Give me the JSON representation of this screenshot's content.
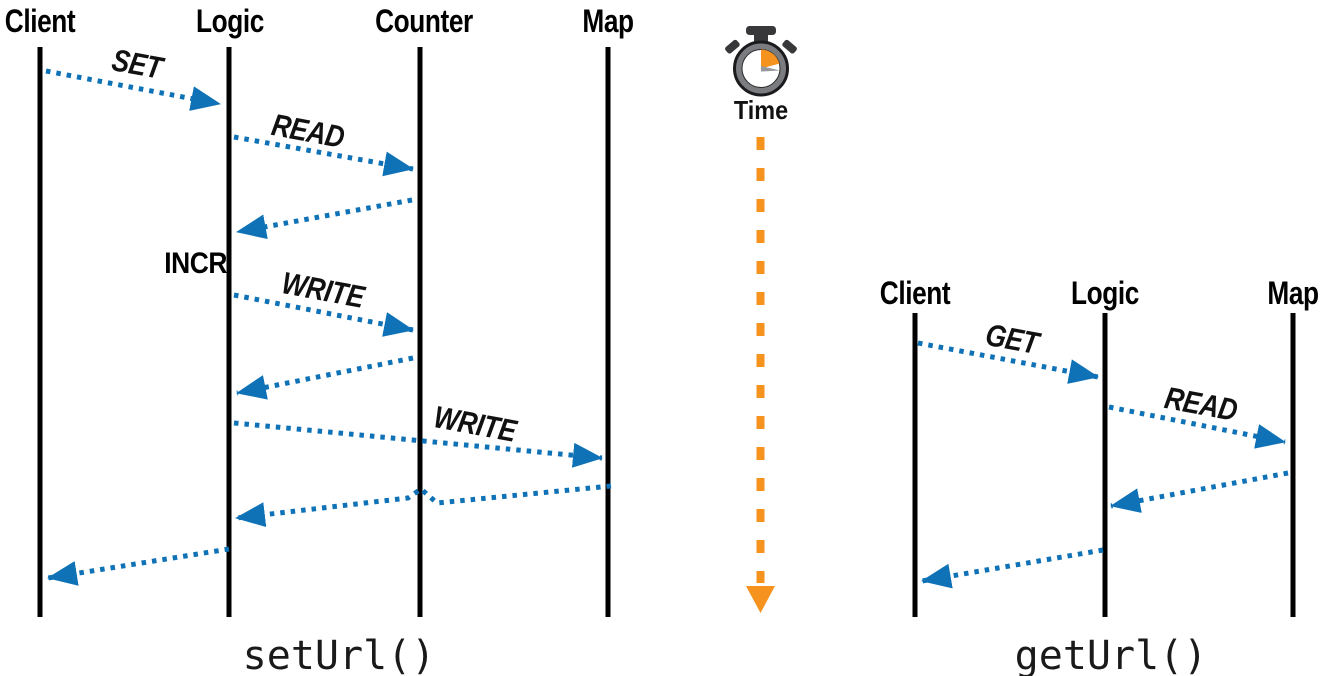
{
  "left_diagram": {
    "caption": "setUrl()",
    "lifelines": [
      "Client",
      "Logic",
      "Counter",
      "Map"
    ],
    "message_labels": {
      "set": "SET",
      "read": "READ",
      "incr": "INCR",
      "write_counter": "WRITE",
      "write_map": "WRITE"
    }
  },
  "time_axis": {
    "label": "Time",
    "icon": "stopwatch-icon"
  },
  "right_diagram": {
    "caption": "getUrl()",
    "lifelines": [
      "Client",
      "Logic",
      "Map"
    ],
    "message_labels": {
      "get": "GET",
      "read": "READ"
    }
  },
  "colors": {
    "message_arrow": "#0f72b6",
    "time_arrow": "#f6921e",
    "lifeline": "#000000",
    "stopwatch_body": "#7b7c7f",
    "stopwatch_dark": "#38383a",
    "stopwatch_wedge": "#f6921e",
    "stopwatch_pointer": "#97989b"
  }
}
